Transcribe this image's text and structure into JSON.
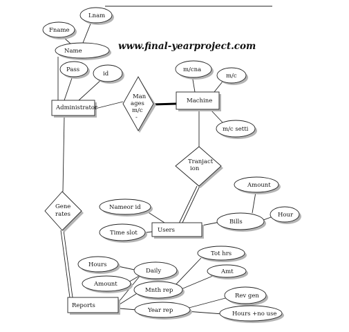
{
  "watermark": "www.final-yearproject.com",
  "entities": {
    "administrator": "Administrator",
    "machine": "Machine",
    "users": "Users",
    "reports": "Reports"
  },
  "relationships": {
    "manages": [
      "Man",
      "ages",
      "m/c",
      "-"
    ],
    "transaction": [
      "Tranjact",
      "ion"
    ],
    "generates": [
      "Gene",
      "rates"
    ]
  },
  "attributes": {
    "lname": "Lnam",
    "fname": "Fname",
    "name": "Name",
    "pass": "Pass",
    "id": "id",
    "mcna": "m/cna",
    "mc": "m/c",
    "mcsetti": "m/c setti",
    "amount_bills": "Amount",
    "hour": "Hour",
    "bills": "Bills",
    "nameor_id": "Nameor id",
    "time_slot": "Time slot",
    "hours": "Hours",
    "daily": "Daily",
    "amount_reports": "Amount",
    "mnth_rep": "Mnth rep",
    "tot_hrs": "Tot hrs",
    "amt": "Amt",
    "rev_gen": "Rev gen",
    "year_rep": "Year rep",
    "hours_no_use": "Hours +no use"
  }
}
